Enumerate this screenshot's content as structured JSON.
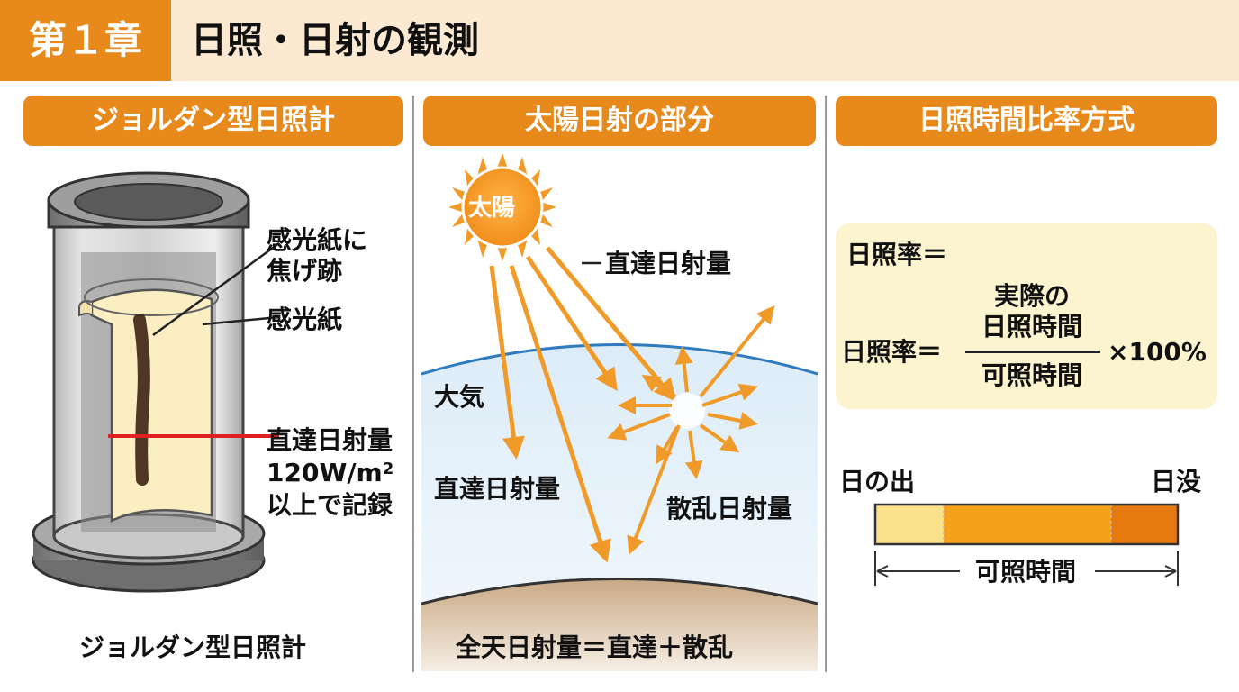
{
  "header": {
    "chapter": "第１章",
    "title": "日照・日射の観測"
  },
  "panels": {
    "left": {
      "heading": "ジョルダン型日照計",
      "label_burn": "感光紙に\n焦げ跡",
      "label_paper": "感光紙",
      "label_direct": "直達日射量",
      "label_threshold_value": "120W/m",
      "label_threshold_sup": "2",
      "label_record": "以上で記録",
      "caption": "ジョルダン型日照計"
    },
    "middle": {
      "heading": "太陽日射の部分",
      "sun": "太陽",
      "direct_top": "直達日射量",
      "atmosphere": "大気",
      "direct_bottom": "直達日射量",
      "scattered": "散乱日射量",
      "caption": "全天日射量＝直達＋散乱"
    },
    "right": {
      "heading": "日照時間比率方式",
      "formula_label": "日照率＝",
      "formula_lhs": "日照率＝",
      "numerator_line1": "実際の",
      "numerator_line2": "日照時間",
      "denominator": "可照時間",
      "multiplier": "×100%",
      "sunrise": "日の出",
      "sunset": "日没",
      "span_label": "可照時間"
    }
  },
  "colors": {
    "accent": "#e8891c",
    "header_bg": "#fbe9d2",
    "formula_bg": "#fcf4cf",
    "direct_line": "#e02020",
    "bar_light": "#fbe28a",
    "bar_mid": "#f3a21a",
    "bar_dark": "#e67a10"
  }
}
